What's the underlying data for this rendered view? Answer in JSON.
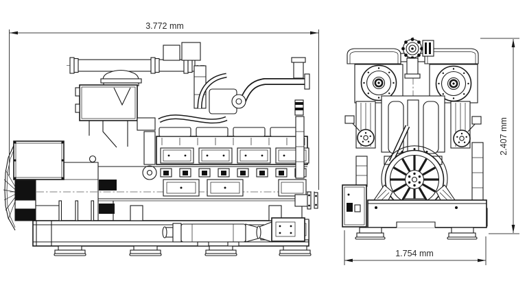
{
  "figure": {
    "background_color": "#ffffff",
    "line_color": "#1a1a1a",
    "dimension_line_color": "#3c3c3c",
    "dimension_text_color": "#2a2a2a",
    "dimensions": {
      "overall_length_label": "3.772 mm",
      "overall_height_label": "2.407 mm",
      "overall_width_label": "1.754 mm"
    }
  }
}
